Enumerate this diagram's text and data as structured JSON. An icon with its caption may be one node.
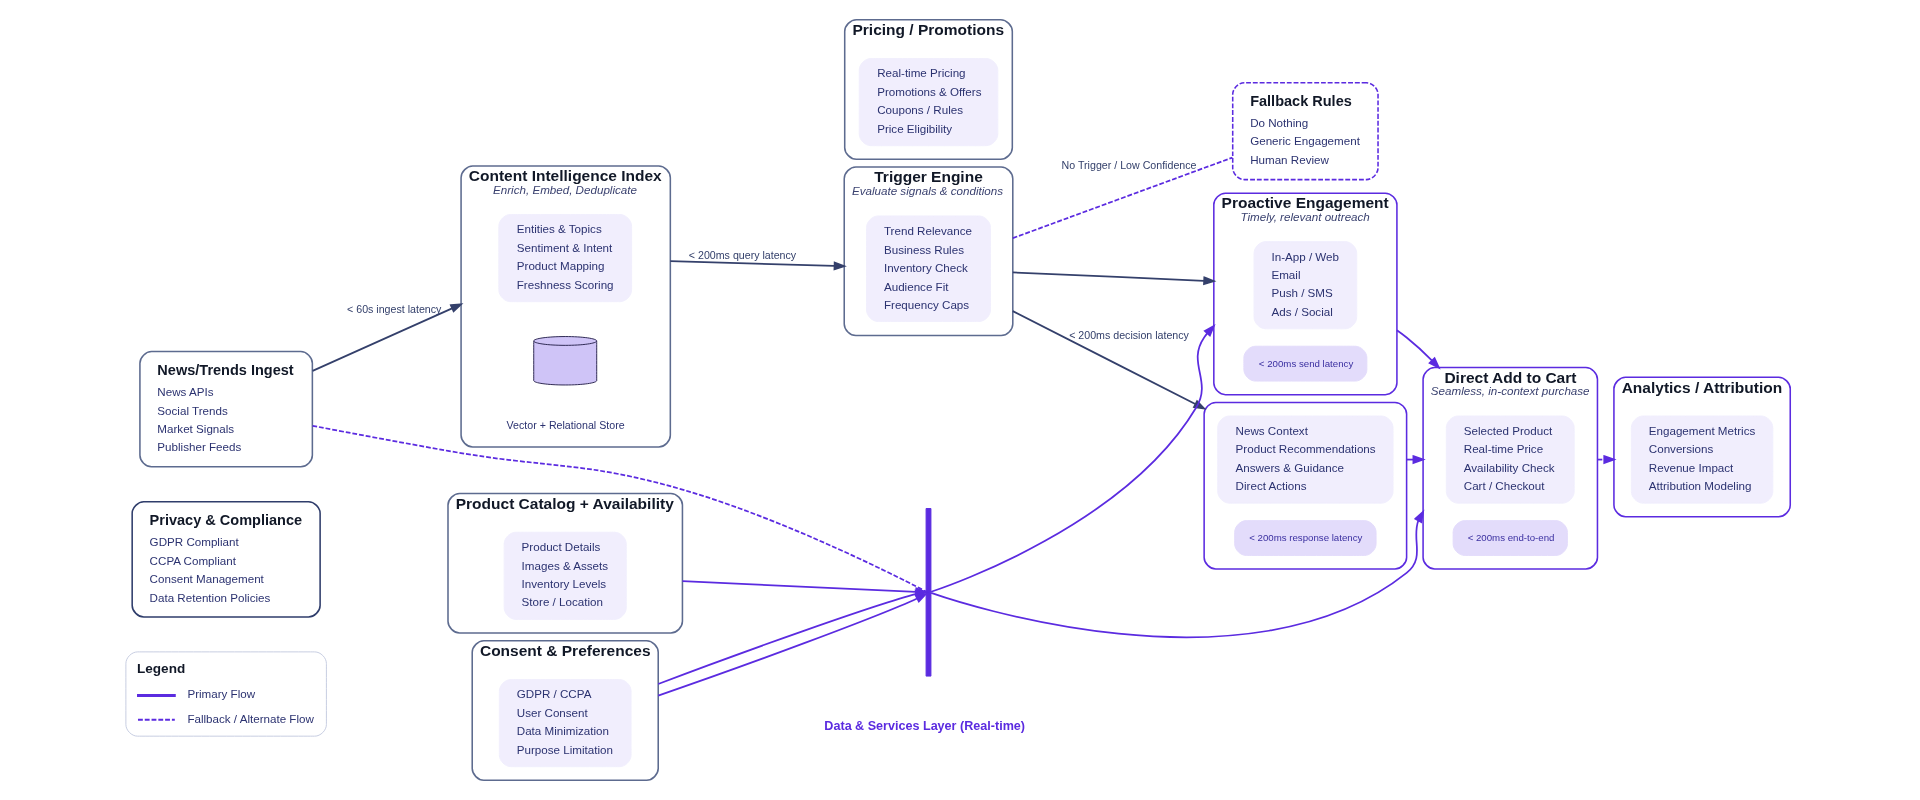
{
  "diagram": {
    "nodes": [
      {
        "text": [
          "News/Trends Ingest",
          "News APIs",
          "Social Trends",
          "Market Signals",
          "Publisher Feeds"
        ]
      },
      {
        "text": [
          "Content Intelligence Index",
          "Enrich, Embed, Deduplicate"
        ]
      },
      {
        "text": [
          "Entities & Topics",
          "Sentiment & Intent",
          "Product Mapping",
          "Freshness Scoring"
        ],
        "in": 1
      },
      {
        "text": [],
        "shape": "cylinder",
        "beside": [
          "Vector + Relational Store"
        ],
        "in": 1
      },
      {
        "text": [
          "Trigger Engine",
          "Evaluate signals & conditions"
        ]
      },
      {
        "text": [
          "Trend Relevance",
          "Business Rules",
          "Inventory Check",
          "Audience Fit",
          "Frequency Caps"
        ],
        "in": 4
      },
      {
        "text": [],
        "shape": "box"
      },
      {
        "text": [
          "News Context",
          "Product Recommendations",
          "Answers & Guidance",
          "Direct Actions"
        ],
        "in": 6
      },
      {
        "text": [
          "< 200ms response latency"
        ],
        "in": 6
      },
      {
        "text": [
          "Proactive Engagement",
          "Timely, relevant outreach"
        ]
      },
      {
        "text": [
          "In-App / Web",
          "Email",
          "Push / SMS",
          "Ads / Social"
        ],
        "in": 9
      },
      {
        "text": [
          "< 200ms send latency"
        ],
        "in": 9
      },
      {
        "text": [
          "Direct Add to Cart",
          "Seamless, in-context purchase"
        ]
      },
      {
        "text": [
          "Selected Product",
          "Real-time Price",
          "Availability Check",
          "Cart / Checkout"
        ],
        "in": 12
      },
      {
        "text": [
          "< 200ms end-to-end"
        ],
        "in": 12
      },
      {
        "text": [
          "Fallback Rules",
          "Do Nothing",
          "Generic Engagement",
          "Human Review"
        ]
      },
      {
        "text": [
          "Privacy & Compliance",
          "GDPR Compliant",
          "CCPA Compliant",
          "Consent Management",
          "Data Retention Policies"
        ]
      },
      {
        "text": [],
        "shape": "bar"
      },
      {
        "text": [
          "Product Catalog + Availability"
        ]
      },
      {
        "text": [
          "Product Details",
          "Images & Assets",
          "Inventory Levels",
          "Store / Location"
        ],
        "in": 18
      },
      {
        "text": [
          "Pricing / Promotions"
        ]
      },
      {
        "text": [
          "Real-time Pricing",
          "Promotions & Offers",
          "Coupons / Rules",
          "Price Eligibility"
        ],
        "in": 20
      },
      {
        "text": [
          "Consent & Preferences"
        ]
      },
      {
        "text": [
          "GDPR / CCPA",
          "User Consent",
          "Data Minimization",
          "Purpose Limitation"
        ],
        "in": 22
      },
      {
        "text": [
          "Analytics / Attribution"
        ]
      },
      {
        "text": [
          "Engagement Metrics",
          "Conversions",
          "Revenue Impact",
          "Attribution Modeling"
        ],
        "in": 24
      }
    ],
    "edges": [
      {
        "from": 0,
        "to": 1,
        "arrow": "to",
        "label": "< 60s ingest latency",
        "color": "#34406b"
      },
      {
        "from": 1,
        "to": 4,
        "arrow": "to",
        "label": "< 200ms query latency",
        "color": "#34406b"
      },
      {
        "from": 4,
        "to": 6,
        "arrow": "to",
        "label": "< 200ms decision latency",
        "color": "#34406b"
      },
      {
        "from": 4,
        "to": 9,
        "arrow": "to",
        "color": "#34406b"
      },
      {
        "from": 4,
        "to": 15,
        "arrow": "none",
        "style": "dashed",
        "label": "No Trigger / Low Confidence"
      },
      {
        "from": 6,
        "to": 12,
        "arrow": "to"
      },
      {
        "from": 9,
        "to": 12,
        "arrow": "to"
      },
      {
        "from": 0,
        "to": 17,
        "arrow": "none",
        "style": "dashed"
      },
      {
        "from": 18,
        "to": 17,
        "arrow": "to"
      },
      {
        "from": 22,
        "to": 17,
        "arrow": "to"
      },
      {
        "from": 22,
        "to": 17,
        "arrow": "to"
      },
      {
        "from": 17,
        "to": 9,
        "arrow": "to"
      },
      {
        "from": 17,
        "to": 12,
        "arrow": "to"
      },
      {
        "from": 12,
        "to": 24,
        "arrow": "to",
        "style": "dashed"
      }
    ],
    "labels": [
      "Data & Services Layer (Real-time)",
      "Legend"
    ],
    "legend": [
      {
        "text": "Primary Flow"
      },
      {
        "text": "Fallback / Alternate Flow"
      }
    ]
  }
}
